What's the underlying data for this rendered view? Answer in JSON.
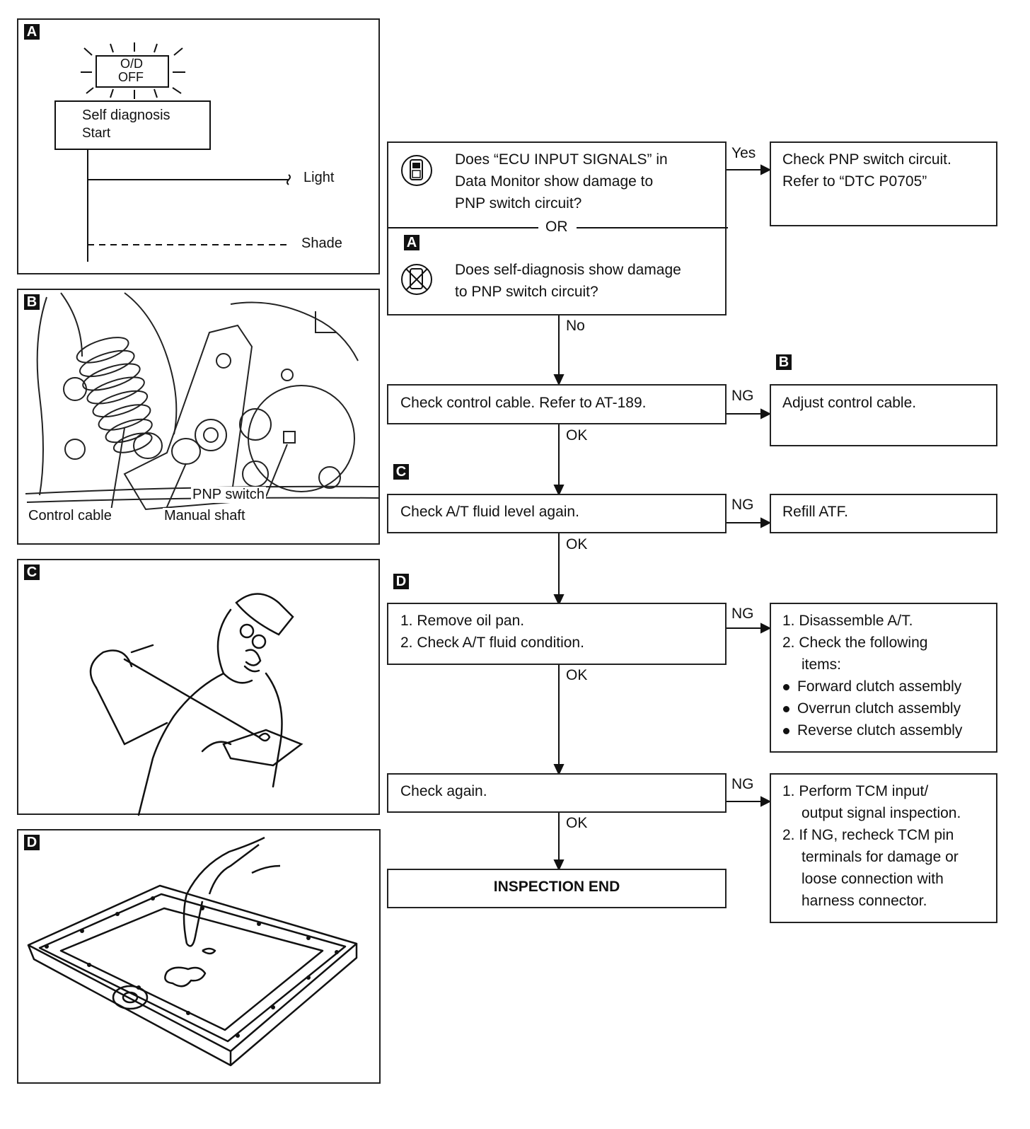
{
  "panels": {
    "a": {
      "tag": "A",
      "indicator_line1": "O/D",
      "indicator_line2": "OFF",
      "box_line1": "Self diagnosis",
      "box_line2": "Start",
      "light_label": "Light",
      "shade_label": "Shade"
    },
    "b": {
      "tag": "B",
      "pnp_switch_label": "PNP switch",
      "control_cable_label": "Control cable",
      "manual_shaft_label": "Manual shaft"
    },
    "c": {
      "tag": "C"
    },
    "d": {
      "tag": "D"
    }
  },
  "flow": {
    "q1": {
      "line1": "Does “ECU INPUT SIGNALS” in",
      "line2": "Data Monitor show damage to",
      "line3": "PNP switch circuit?",
      "or": "OR",
      "tag": "A",
      "line4": "Does self-diagnosis show damage",
      "line5": "to PNP switch circuit?"
    },
    "yes_label": "Yes",
    "yes_box": {
      "line1": "Check PNP switch circuit.",
      "line2": "Refer to “DTC P0705”"
    },
    "no_label": "No",
    "step1": {
      "tag": "B",
      "text": "Check control cable. Refer to AT-189.",
      "ng_label": "NG",
      "ng_box": "Adjust control cable.",
      "ok_label": "OK"
    },
    "step2": {
      "tag": "C",
      "text": "Check A/T fluid level again.",
      "ng_label": "NG",
      "ng_box": "Refill ATF.",
      "ok_label": "OK"
    },
    "step3": {
      "tag": "D",
      "line1": "1. Remove oil pan.",
      "line2": "2. Check A/T fluid condition.",
      "ng_label": "NG",
      "ng_box": {
        "line1": "1. Disassemble A/T.",
        "line2": "2. Check the following",
        "line3": "items:",
        "bullet1": "Forward clutch assembly",
        "bullet2": "Overrun clutch assembly",
        "bullet3": "Reverse clutch assembly"
      },
      "ok_label": "OK"
    },
    "step4": {
      "text": "Check again.",
      "ng_label": "NG",
      "ng_box": {
        "line1": "1. Perform TCM input/",
        "line2": "output signal inspection.",
        "line3": "2. If NG, recheck TCM pin",
        "line4": "terminals for damage or",
        "line5": "loose connection with",
        "line6": "harness connector."
      },
      "ok_label": "OK"
    },
    "end": "INSPECTION END"
  }
}
